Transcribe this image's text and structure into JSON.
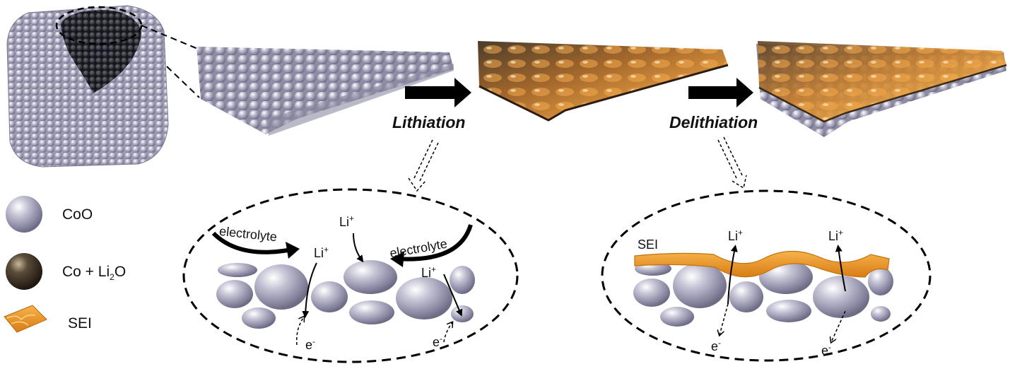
{
  "steps": {
    "lithiation": "Lithiation",
    "delithiation": "Delithiation"
  },
  "legend": [
    {
      "label": "CoO",
      "icon": "coo-sphere-icon"
    },
    {
      "label_main": "Co + Li",
      "label_sub": "2",
      "label_tail": "O",
      "icon": "co-li2o-sphere-icon"
    },
    {
      "label": "SEI",
      "icon": "sei-layer-icon"
    }
  ],
  "left_detail": {
    "electrolyte_left": "electrolyte",
    "electrolyte_right": "electrolyte",
    "li_ion": "Li",
    "charge": "+",
    "electron": "e",
    "electron_charge": "-"
  },
  "right_detail": {
    "sei": "SEI",
    "li_ion": "Li",
    "charge": "+",
    "electron": "e",
    "electron_charge": "-"
  },
  "colors": {
    "coo": "#a9a8bd",
    "co_li2o": "#4a3e30",
    "sei": "#f2a23a",
    "arrow": "#000000"
  }
}
